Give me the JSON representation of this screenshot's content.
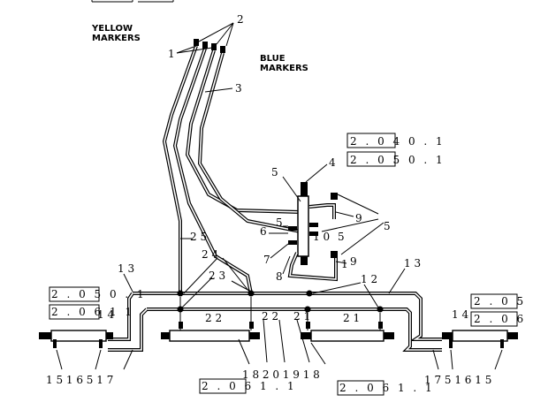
{
  "labels": {
    "yellow_1": "YELLOW",
    "yellow_2": "MARKERS",
    "blue_1": "BLUE",
    "blue_2": "MARKERS"
  },
  "callouts": {
    "c1": "1",
    "c2": "2",
    "c3": "3",
    "c4": "4",
    "c5a": "5",
    "c5b": "5",
    "c5c": "5",
    "c5d": "5",
    "c6": "6",
    "c7": "7",
    "c8": "8",
    "c9a": "9",
    "c9b": "9",
    "c10": "1 0",
    "c1b": "1",
    "c25": "2 5",
    "c24": "2 4",
    "c23": "2 3",
    "c13a": "1 3",
    "c13b": "1 3",
    "c12": "1 2",
    "c22a": "2 2",
    "c22b": "2 2",
    "c21a": "2 1",
    "c21b": "2 1",
    "c14a": "1 4",
    "c14b": "1 4",
    "bottom_left": "1 5 1 6 5   1 7",
    "bottom_mid": "1 8   2 0 1 9 1 8",
    "bottom_right": "1 7 5   1 6 1 5"
  },
  "refs": {
    "r0401": "2 . 0 4 0 . 1",
    "r0501": "2 . 0 5 0 . 1",
    "r050_left": "2 . 0 5 0 . 1",
    "r061_left": "2 . 0 6 1 1",
    "r05_right": "2 . 0 5",
    "r06_right": "2 . 0 6",
    "r0611_a": "2 . 0 6 1 . 1",
    "r0611_b": "2 . 0 6 1 . 1"
  }
}
